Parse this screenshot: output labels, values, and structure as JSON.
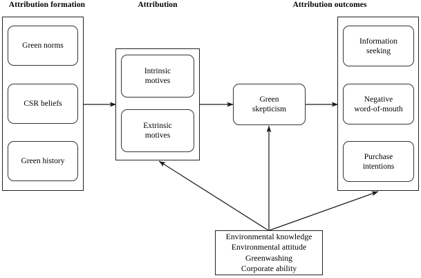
{
  "figure": {
    "type": "conceptual-model-diagram",
    "background_color": "#ffffff",
    "line_color": "#222222"
  },
  "column_titles": [
    {
      "id": "attribution-formation",
      "label": "Attribution formation"
    },
    {
      "id": "attribution",
      "label": "Attribution"
    },
    {
      "id": "attribution-outcomes",
      "label": "Attribution outcomes"
    }
  ],
  "groups": {
    "attribution_formation": {
      "title_ref": "Attribution formation",
      "nodes": [
        {
          "id": "green-norms",
          "label": "Green norms"
        },
        {
          "id": "csr-beliefs",
          "label": "CSR beliefs"
        },
        {
          "id": "green-history",
          "label": "Green history"
        }
      ]
    },
    "attribution": {
      "title_ref": "Attribution",
      "nodes": [
        {
          "id": "intrinsic-motives",
          "label": "Intrinsic\nmotives"
        },
        {
          "id": "extrinsic-motives",
          "label": "Extrinsic\nmotives"
        }
      ]
    },
    "mediator": {
      "nodes": [
        {
          "id": "green-skepticism",
          "label": "Green\nskepticism"
        }
      ]
    },
    "attribution_outcomes": {
      "title_ref": "Attribution outcomes",
      "nodes": [
        {
          "id": "information-seeking",
          "label": "Information\nseeking"
        },
        {
          "id": "negative-word-of-mouth",
          "label": "Negative\nword-of-mouth"
        },
        {
          "id": "purchase-intentions",
          "label": "Purchase\nintentions"
        }
      ]
    },
    "moderators": {
      "id": "moderator-variables",
      "lines": [
        "Environmental knowledge",
        "Environmental attitude",
        "Greenwashing",
        "Corporate ability"
      ]
    }
  },
  "connections": [
    {
      "id": "formation-to-attribution",
      "from": "attribution-formation-group",
      "to": "attribution-group",
      "style": "arrow"
    },
    {
      "id": "attribution-to-skepticism",
      "from": "attribution-group",
      "to": "green-skepticism",
      "style": "arrow"
    },
    {
      "id": "skepticism-to-outcomes",
      "from": "green-skepticism",
      "to": "attribution-outcomes-group",
      "style": "arrow"
    },
    {
      "id": "moderators-to-attribution",
      "from": "moderator-variables",
      "to": "attribution-group",
      "style": "arrow"
    },
    {
      "id": "moderators-to-skepticism",
      "from": "moderator-variables",
      "to": "green-skepticism",
      "style": "arrow"
    },
    {
      "id": "moderators-to-outcomes",
      "from": "moderator-variables",
      "to": "attribution-outcomes-group",
      "style": "arrow"
    }
  ]
}
